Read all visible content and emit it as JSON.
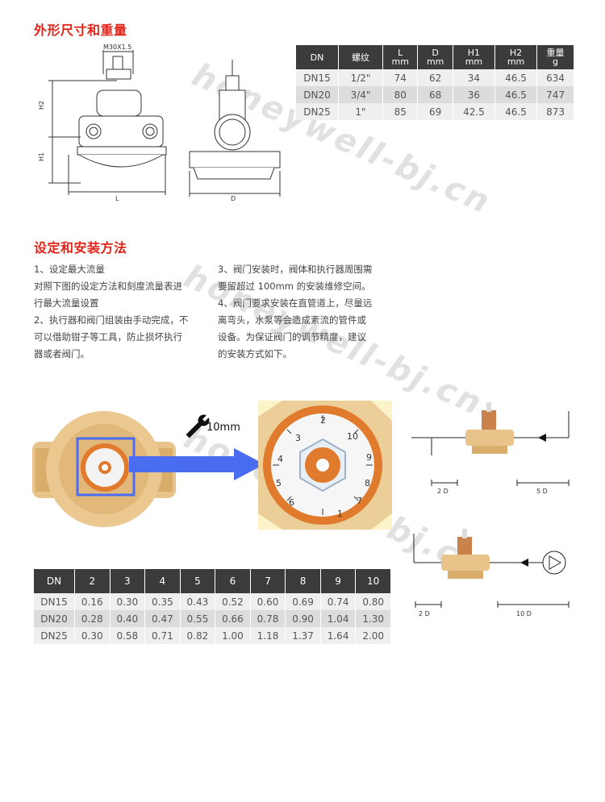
{
  "section1": {
    "title": "外形尺寸和重量"
  },
  "drawing": {
    "thread_label": "M30X1.5",
    "h2_label": "H2",
    "h1_label": "H1",
    "l_label": "L",
    "d_label": "D"
  },
  "dims_table": {
    "headers": [
      {
        "line1": "DN",
        "line2": ""
      },
      {
        "line1": "螺纹",
        "line2": ""
      },
      {
        "line1": "L",
        "line2": "mm"
      },
      {
        "line1": "D",
        "line2": "mm"
      },
      {
        "line1": "H1",
        "line2": "mm"
      },
      {
        "line1": "H2",
        "line2": "mm"
      },
      {
        "line1": "重量",
        "line2": "g"
      }
    ],
    "rows": [
      [
        "DN15",
        "1/2\"",
        "74",
        "62",
        "34",
        "46.5",
        "634"
      ],
      [
        "DN20",
        "3/4\"",
        "80",
        "68",
        "36",
        "46.5",
        "747"
      ],
      [
        "DN25",
        "1\"",
        "85",
        "69",
        "42.5",
        "46.5",
        "873"
      ]
    ]
  },
  "section2": {
    "title": "设定和安装方法"
  },
  "instructions": {
    "left": [
      "1、设定最大流量",
      "对照下图的设定方法和刻度流量表进",
      "行最大流量设置",
      "2、执行器和阀门组装由手动完成，不",
      "可以借助钳子等工具，防止损坏执行",
      "器或者阀门。"
    ],
    "right": [
      "3、阀门安装时，阀体和执行器周围需",
      "要留超过 100mm 的安装维修空间。",
      "4、阀门要求安装在直管道上，尽量远",
      "离弯头，水泵等会造成紊流的管件或",
      "设备。为保证阀门的调节精度，建议",
      "的安装方式如下。"
    ]
  },
  "wrench_label": "10mm",
  "dial_numbers": [
    "1",
    "2",
    "3",
    "4",
    "5",
    "6",
    "7",
    "8",
    "9",
    "10"
  ],
  "install_diagrams": {
    "top": {
      "left_label": "2 D",
      "right_label": "5 D"
    },
    "bottom": {
      "left_label": "2 D",
      "right_label": "10 D"
    }
  },
  "flow_table": {
    "headers": [
      "DN",
      "2",
      "3",
      "4",
      "5",
      "6",
      "7",
      "8",
      "9",
      "10"
    ],
    "rows": [
      [
        "DN15",
        "0.16",
        "0.30",
        "0.35",
        "0.43",
        "0.52",
        "0.60",
        "0.69",
        "0.74",
        "0.80"
      ],
      [
        "DN20",
        "0.28",
        "0.40",
        "0.47",
        "0.55",
        "0.66",
        "0.78",
        "0.90",
        "1.04",
        "1.30"
      ],
      [
        "DN25",
        "0.30",
        "0.58",
        "0.71",
        "0.82",
        "1.00",
        "1.18",
        "1.37",
        "1.64",
        "2.00"
      ]
    ]
  },
  "watermark": "honeywell-bj.cn",
  "colors": {
    "accent": "#e1251b",
    "table_header": "#3b3b3b",
    "arrow_blue": "#4a6cf0",
    "dial_orange": "#e07a2c",
    "brass": "#e8c38a"
  }
}
